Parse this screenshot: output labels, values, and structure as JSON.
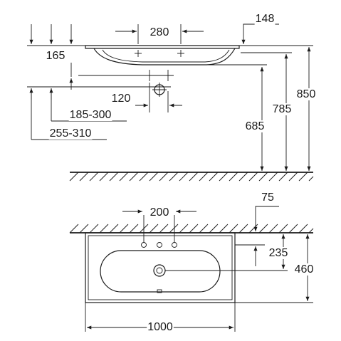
{
  "side_view": {
    "dimensions": {
      "tap_spacing": "280",
      "rim_thickness": "148",
      "rim_drop": "165",
      "waste_offset": "120",
      "supply_range_a": "185-300",
      "supply_range_b": "255-310",
      "height_685": "685",
      "height_785": "785",
      "height_850": "850"
    }
  },
  "top_view": {
    "dimensions": {
      "tap_spacing": "200",
      "wall_offset": "75",
      "tap_depth": "235",
      "overall_depth": "460",
      "overall_width": "1000"
    }
  }
}
